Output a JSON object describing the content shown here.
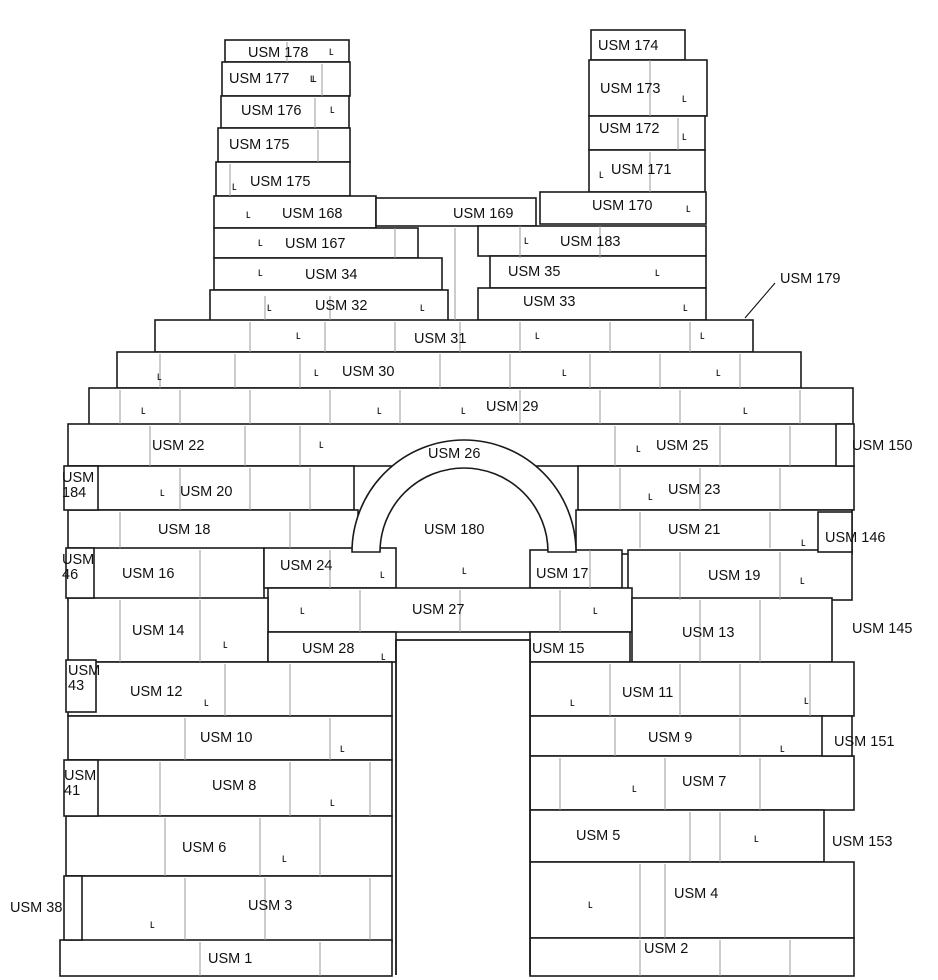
{
  "units": [
    {
      "id": "usm-178",
      "label": "USM 178"
    },
    {
      "id": "usm-177",
      "label": "USM 177"
    },
    {
      "id": "usm-176",
      "label": "USM 176"
    },
    {
      "id": "usm-175a",
      "label": "USM 175"
    },
    {
      "id": "usm-175b",
      "label": "USM 175"
    },
    {
      "id": "usm-174",
      "label": "USM 174"
    },
    {
      "id": "usm-173",
      "label": "USM 173"
    },
    {
      "id": "usm-172",
      "label": "USM 172"
    },
    {
      "id": "usm-171",
      "label": "USM 171"
    },
    {
      "id": "usm-170",
      "label": "USM 170"
    },
    {
      "id": "usm-168",
      "label": "USM 168"
    },
    {
      "id": "usm-169",
      "label": "USM 169"
    },
    {
      "id": "usm-167",
      "label": "USM 167"
    },
    {
      "id": "usm-183",
      "label": "USM 183"
    },
    {
      "id": "usm-34",
      "label": "USM 34"
    },
    {
      "id": "usm-35",
      "label": "USM 35"
    },
    {
      "id": "usm-179",
      "label": "USM 179"
    },
    {
      "id": "usm-32",
      "label": "USM 32"
    },
    {
      "id": "usm-33",
      "label": "USM 33"
    },
    {
      "id": "usm-31",
      "label": "USM 31"
    },
    {
      "id": "usm-30",
      "label": "USM 30"
    },
    {
      "id": "usm-29",
      "label": "USM 29"
    },
    {
      "id": "usm-22",
      "label": "USM 22"
    },
    {
      "id": "usm-26",
      "label": "USM 26"
    },
    {
      "id": "usm-25",
      "label": "USM 25"
    },
    {
      "id": "usm-150",
      "label": "USM 150"
    },
    {
      "id": "usm-184",
      "label": "USM\n184"
    },
    {
      "id": "usm-20",
      "label": "USM 20"
    },
    {
      "id": "usm-23",
      "label": "USM 23"
    },
    {
      "id": "usm-18",
      "label": "USM 18"
    },
    {
      "id": "usm-180",
      "label": "USM 180"
    },
    {
      "id": "usm-21",
      "label": "USM 21"
    },
    {
      "id": "usm-146",
      "label": "USM 146"
    },
    {
      "id": "usm-46",
      "label": "USM\n46"
    },
    {
      "id": "usm-16",
      "label": "USM 16"
    },
    {
      "id": "usm-24",
      "label": "USM 24"
    },
    {
      "id": "usm-17",
      "label": "USM 17"
    },
    {
      "id": "usm-19",
      "label": "USM 19"
    },
    {
      "id": "usm-27",
      "label": "USM 27"
    },
    {
      "id": "usm-14",
      "label": "USM 14"
    },
    {
      "id": "usm-13",
      "label": "USM 13"
    },
    {
      "id": "usm-145",
      "label": "USM 145"
    },
    {
      "id": "usm-28",
      "label": "USM 28"
    },
    {
      "id": "usm-15",
      "label": "USM 15"
    },
    {
      "id": "usm-43",
      "label": "USM\n43"
    },
    {
      "id": "usm-12",
      "label": "USM 12"
    },
    {
      "id": "usm-11",
      "label": "USM 11"
    },
    {
      "id": "usm-10",
      "label": "USM 10"
    },
    {
      "id": "usm-9",
      "label": "USM 9"
    },
    {
      "id": "usm-151",
      "label": "USM 151"
    },
    {
      "id": "usm-41",
      "label": "USM\n41"
    },
    {
      "id": "usm-8",
      "label": "USM 8"
    },
    {
      "id": "usm-7",
      "label": "USM 7"
    },
    {
      "id": "usm-6",
      "label": "USM 6"
    },
    {
      "id": "usm-5",
      "label": "USM 5"
    },
    {
      "id": "usm-153",
      "label": "USM 153"
    },
    {
      "id": "usm-4",
      "label": "USM 4"
    },
    {
      "id": "usm-38",
      "label": "USM 38"
    },
    {
      "id": "usm-3",
      "label": "USM 3"
    },
    {
      "id": "usm-1",
      "label": "USM 1"
    },
    {
      "id": "usm-2",
      "label": "USM 2"
    }
  ]
}
